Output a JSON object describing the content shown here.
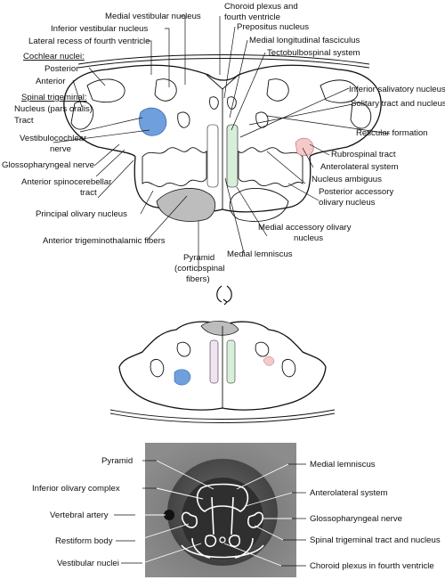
{
  "top_labels": {
    "medial_vestibular_nucleus": "Medial vestibular nucleus",
    "inferior_vestibular_nucleus": "Inferior vestibular nucleus",
    "lateral_recess": "Lateral recess of fourth ventricle",
    "cochlear_nuclei": "Cochlear nuclei:",
    "posterior": "Posterior",
    "anterior": "Anterior",
    "spinal_trigeminal": "Spinal trigeminal:",
    "nucleus_pars_oralis": "Nucleus (pars oralis)",
    "tract": "Tract",
    "vestibulocochlear_1": "Vestibulocochlear",
    "vestibulocochlear_2": "nerve",
    "glossopharyngeal_nerve": "Glossopharyngeal nerve",
    "anterior_spinocerebellar_1": "Anterior spinocerebellar",
    "anterior_spinocerebellar_2": "tract",
    "principal_olivary_nucleus": "Principal olivary nucleus",
    "anterior_trigeminothalamic": "Anterior trigeminothalamic fibers",
    "pyramid_1": "Pyramid",
    "pyramid_2": "(corticospinal",
    "pyramid_3": "fibers)",
    "medial_lemniscus": "Medial lemniscus",
    "medial_accessory_1": "Medial accessory olivary",
    "medial_accessory_2": "nucleus",
    "posterior_accessory_1": "Posterior accessory",
    "posterior_accessory_2": "olivary nucleus",
    "nucleus_ambiguus": "Nucleus ambiguus",
    "anterolateral_system": "Anterolateral system",
    "rubrospinal_tract": "Rubrospinal tract",
    "reticular_formation": "Reticular formation",
    "solitary_tract": "Solitary tract and nucleus",
    "inferior_salivatory": "Inferior salivatory nucleus",
    "tectobulbospinal": "Tectobulbospinal system",
    "mlf": "Medial longitudinal fasciculus",
    "prepositus": "Prepositus nucleus",
    "choroid_1": "Choroid plexus and",
    "choroid_2": "fourth ventricle"
  },
  "mri_labels": {
    "pyramid": "Pyramid",
    "inferior_olivary_complex": "Inferior olivary complex",
    "vertebral_artery": "Vertebral artery",
    "restiform_body": "Restiform body",
    "vestibular_nuclei": "Vestibular nuclei",
    "medial_lemniscus": "Medial lemniscus",
    "anterolateral_system": "Anterolateral system",
    "glossopharyngeal_nerve": "Glossopharyngeal nerve",
    "spinal_trigeminal": "Spinal trigeminal tract and nucleus",
    "choroid_plexus": "Choroid plexus in fourth ventricle"
  },
  "rotate_icon": "rotate-arrow-icon",
  "colors": {
    "trigeminal_blue": "#6f9fdc",
    "lemniscus_green": "#d7efd9",
    "pyramid_gray": "#bdbdbd",
    "rubrospinal_pink": "#f6c9c9",
    "mri_background": "#6e6e6e"
  }
}
